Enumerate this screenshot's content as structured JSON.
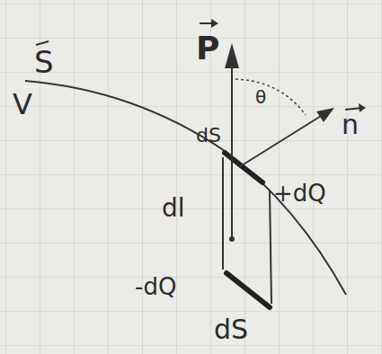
{
  "diagram": {
    "labels": [
      "S",
      "V",
      "P",
      "θ",
      "n",
      "dS",
      "+dQ",
      "dl",
      "-dQ",
      "dS"
    ]
  }
}
